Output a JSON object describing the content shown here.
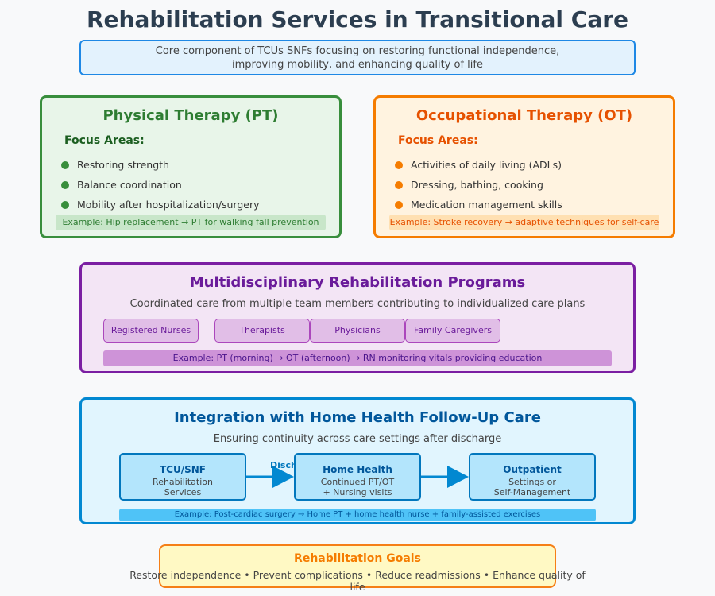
{
  "title": "Rehabilitation Services in Transitional Care",
  "intro": {
    "line1": "Core component of TCUs SNFs focusing on restoring functional independence,",
    "line2": "improving mobility, and enhancing quality of life"
  },
  "physical_therapy": {
    "title": "Physical Therapy (PT)",
    "focus_label": "Focus Areas:",
    "items": [
      "Restoring strength",
      "Balance coordination",
      "Mobility after hospitalization/surgery"
    ],
    "example": "Example: Hip replacement → PT for walking fall prevention"
  },
  "occupational_therapy": {
    "title": "Occupational Therapy (OT)",
    "focus_label": "Focus Areas:",
    "items": [
      "Activities of daily living (ADLs)",
      "Dressing, bathing, cooking",
      "Medication management skills"
    ],
    "example": "Example: Stroke recovery → adaptive techniques for self-care"
  },
  "multidisciplinary": {
    "title": "Multidisciplinary Rehabilitation Programs",
    "description": "Coordinated care from multiple team members contributing to individualized care plans",
    "members": [
      "Registered Nurses",
      "Therapists",
      "Physicians",
      "Family Caregivers"
    ],
    "example": "Example: PT (morning) → OT (afternoon) → RN monitoring vitals providing education"
  },
  "home_health": {
    "title": "Integration with Home Health Follow-Up Care",
    "description": "Ensuring continuity across care settings after discharge",
    "arrow_label": "Discharge",
    "steps": [
      {
        "title": "TCU/SNF",
        "line1": "Rehabilitation",
        "line2": "Services"
      },
      {
        "title": "Home Health",
        "line1": "Continued PT/OT",
        "line2": "+ Nursing visits"
      },
      {
        "title": "Outpatient",
        "line1": "Settings or",
        "line2": "Self-Management"
      }
    ],
    "example": "Example: Post-cardiac surgery → Home PT + home health nurse + family-assisted exercises"
  },
  "goals": {
    "title": "Rehabilitation Goals",
    "text": "Restore independence • Prevent complications • Reduce readmissions • Enhance quality of life"
  },
  "colors": {
    "pt": "#388e3c",
    "ot": "#f57c00",
    "multi": "#7b1fa2",
    "home": "#0288d1",
    "goals": "#f57f17"
  }
}
